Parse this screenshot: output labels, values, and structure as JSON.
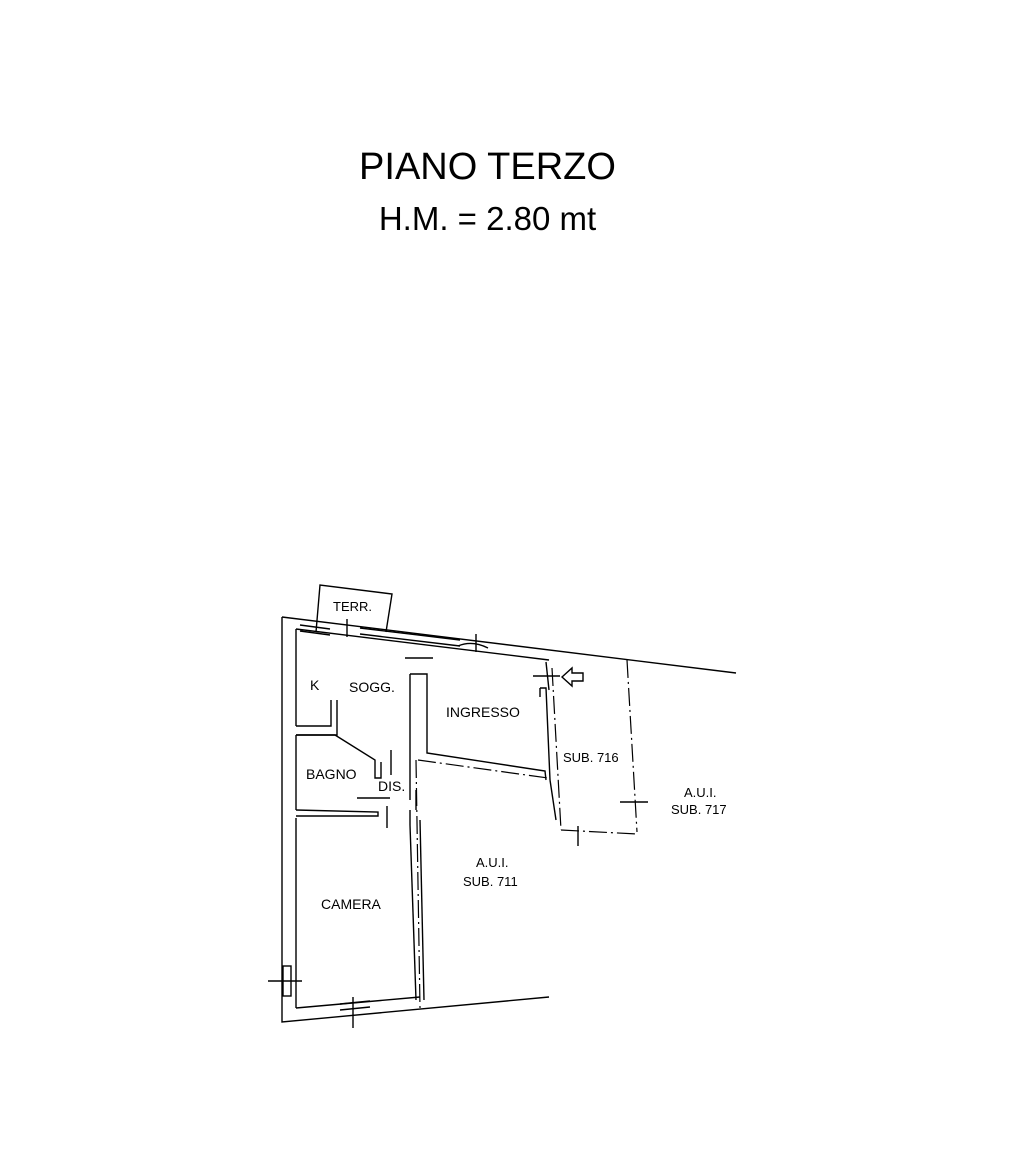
{
  "title": "PIANO TERZO",
  "subtitle": "H.M. = 2.80 mt",
  "rooms": {
    "terr": "TERR.",
    "k": "K",
    "sogg": "SOGG.",
    "ingresso": "INGRESSO",
    "bagno": "BAGNO",
    "dis": "DIS.",
    "camera": "CAMERA",
    "sub716": "SUB. 716",
    "aui_717_a": "A.U.I.",
    "aui_717_b": "SUB. 717",
    "aui_711_a": "A.U.I.",
    "aui_711_b": "SUB. 711"
  }
}
